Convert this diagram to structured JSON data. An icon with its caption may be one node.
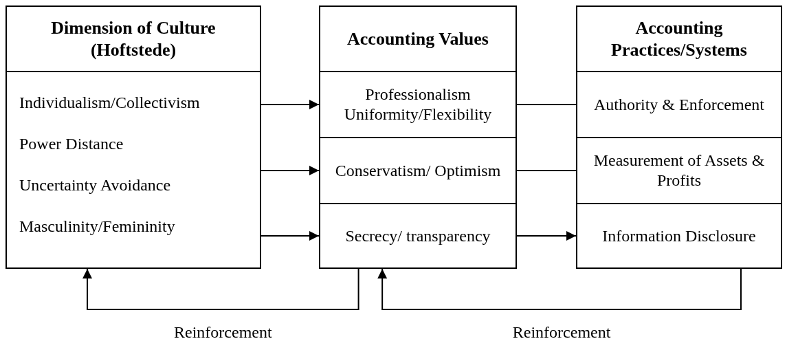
{
  "diagram": {
    "nodes": [
      {
        "text": [
          "Dimension of Culture (Hoftstede)"
        ]
      },
      {
        "text": [
          "Individualism/Collectivism",
          "Power Distance",
          "Uncertainty Avoidance",
          "Masculinity/Femininity"
        ]
      },
      {
        "text": [
          "Accounting Values"
        ]
      },
      {
        "text": [
          "Professionalism",
          "Uniformity/Flexibility"
        ]
      },
      {
        "text": [
          "Conservatism/ Optimism"
        ]
      },
      {
        "text": [
          "Secrecy/ transparency"
        ]
      },
      {
        "text": [
          "Accounting Practices/Systems"
        ]
      },
      {
        "text": [
          "Authority & Enforcement"
        ]
      },
      {
        "text": [
          "Measurement of Assets & Profits"
        ]
      },
      {
        "text": [
          "Information Disclosure"
        ]
      }
    ],
    "edges": [
      {
        "from": 1,
        "to": 3,
        "arrow": "to"
      },
      {
        "from": 1,
        "to": 4,
        "arrow": "to"
      },
      {
        "from": 1,
        "to": 5,
        "arrow": "to"
      },
      {
        "from": 3,
        "to": 7,
        "arrow": "none"
      },
      {
        "from": 4,
        "to": 8,
        "arrow": "none"
      },
      {
        "from": 5,
        "to": 9,
        "arrow": "to"
      },
      {
        "from": 5,
        "to": 1,
        "arrow": "to",
        "label": "Reinforcement"
      },
      {
        "from": 9,
        "to": 5,
        "arrow": "to",
        "label": "Reinforcement"
      }
    ]
  }
}
